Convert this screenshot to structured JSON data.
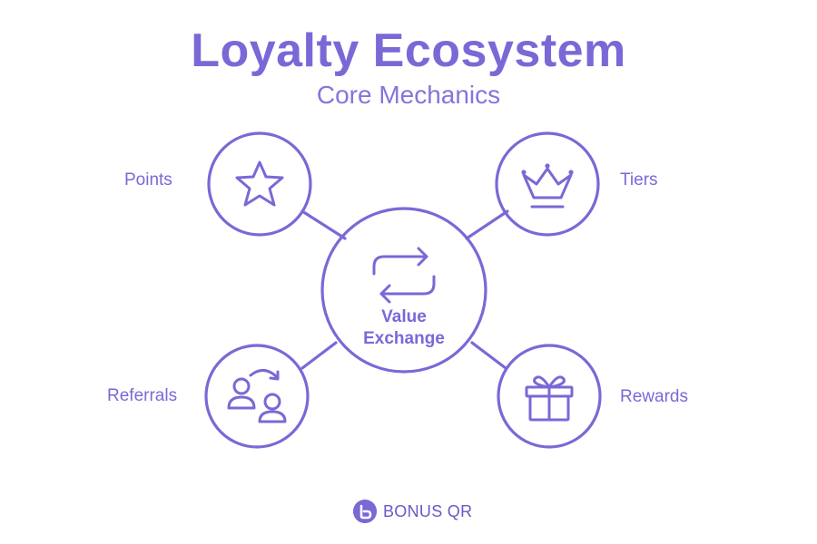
{
  "title": "Loyalty Ecosystem",
  "subtitle": "Core Mechanics",
  "colors": {
    "accent": "#7b68d6",
    "background": "#ffffff"
  },
  "center": {
    "label_line1": "Value",
    "label_line2": "Exchange",
    "icon": "exchange-arrows-icon"
  },
  "nodes": [
    {
      "label": "Points",
      "icon": "star-icon"
    },
    {
      "label": "Tiers",
      "icon": "crown-icon"
    },
    {
      "label": "Referrals",
      "icon": "people-referral-icon"
    },
    {
      "label": "Rewards",
      "icon": "gift-icon"
    }
  ],
  "brand": {
    "name": "BONUS QR",
    "icon": "bonus-qr-logo-icon"
  }
}
